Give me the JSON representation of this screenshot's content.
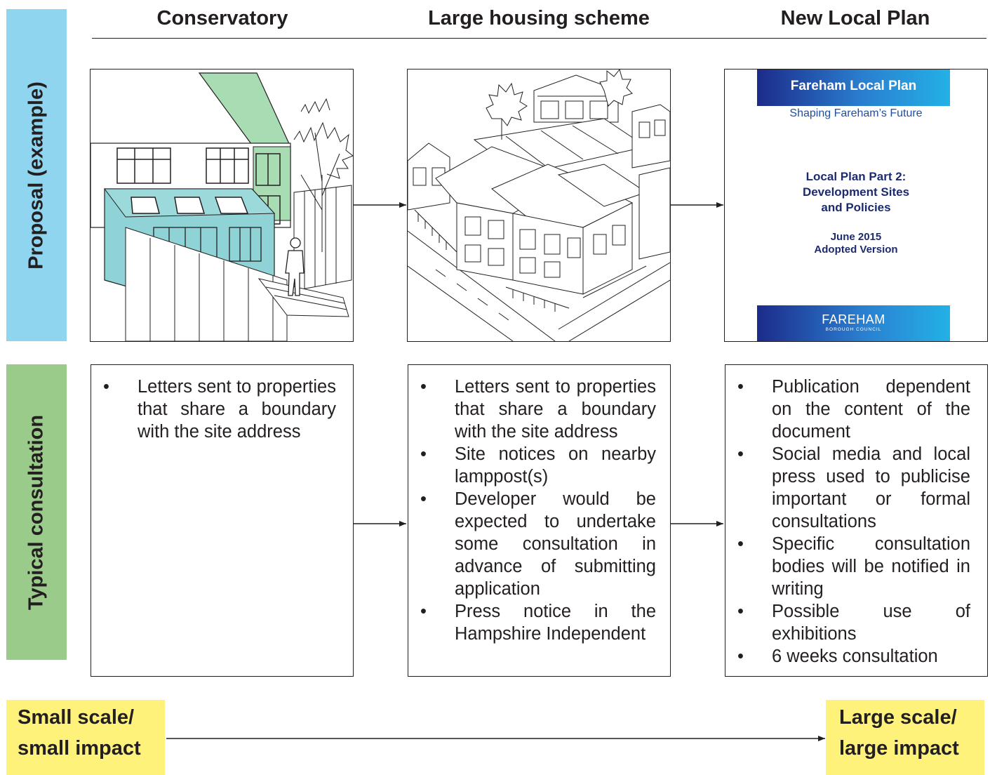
{
  "columns": [
    {
      "title": "Conservatory"
    },
    {
      "title": "Large housing scheme"
    },
    {
      "title": "New Local Plan"
    }
  ],
  "rows": {
    "proposal": {
      "label": "Proposal (example)",
      "color": "#8fd5f0"
    },
    "consultation": {
      "label": "Typical consultation",
      "color": "#9bcb8a"
    }
  },
  "cover": {
    "title": "Fareham Local Plan",
    "subtitle": "Shaping Fareham’s Future",
    "heading_lines": [
      "Local Plan Part 2:",
      "Development Sites",
      "and Policies"
    ],
    "date": "June 2015",
    "version": "Adopted Version",
    "council_name": "FAREHAM",
    "council_sub": "BOROUGH COUNCIL"
  },
  "consultation": {
    "conservatory": [
      "Letters sent to properties that share a boundary with the site address"
    ],
    "housing": [
      "Letters sent to properties that share a boundary with the site address",
      "Site notices on nearby lamppost(s)",
      "Developer would be expected to undertake some consultation in advance of submitting application",
      "Press notice in the Hampshire Independent"
    ],
    "local_plan": [
      "Publication dependent on the content of the document",
      "Social media and local press used to publicise important or formal consultations",
      "Specific consultation bodies will be notified in writing",
      "Possible use of exhibitions",
      "6 weeks consultation"
    ]
  },
  "scale": {
    "small": [
      "Small scale/",
      "small impact"
    ],
    "large": [
      "Large scale/",
      "large impact"
    ],
    "color": "#fff27a"
  }
}
